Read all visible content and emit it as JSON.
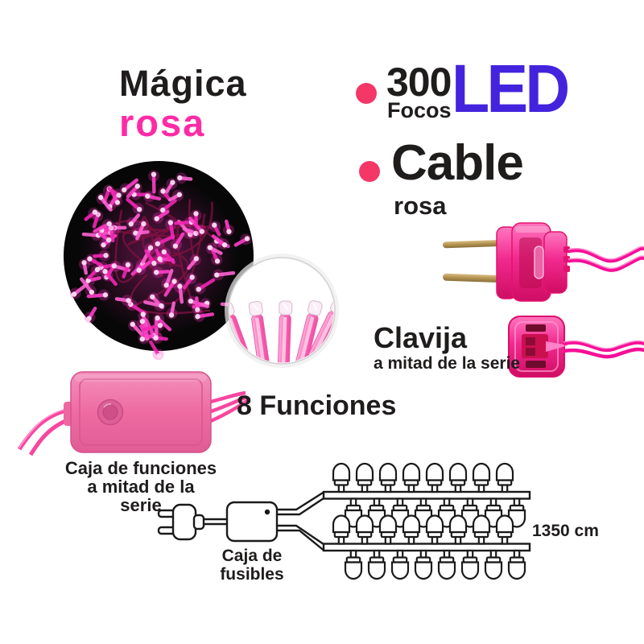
{
  "product": {
    "title": "Mágica",
    "title_variant": "rosa"
  },
  "specs": {
    "led": {
      "count": "300",
      "count_unit": "Focos",
      "type": "LED"
    },
    "cable": {
      "name": "Cable",
      "color": "rosa"
    }
  },
  "plug_mid": {
    "title": "Clavija",
    "subtitle": "a mitad de la serie"
  },
  "controller": {
    "feature": "8 Funciones",
    "caption_line1": "Caja de funciones",
    "caption_line2": "a mitad de la serie"
  },
  "fuse_box": {
    "caption_line1": "Caja de",
    "caption_line2": "fusibles"
  },
  "string_diagram": {
    "total_length": "1350 cm",
    "branches": 2,
    "bulbs_up_per_branch": 8,
    "bulbs_down_per_branch": 8
  },
  "colors": {
    "accent_pink": "#ff2ba6",
    "bullet_pink": "#f43767",
    "led_purple": "#4423dd",
    "wire_pink": "#f50f97",
    "box_pink": "#ee6ba2",
    "ink": "#1f1c1c"
  }
}
